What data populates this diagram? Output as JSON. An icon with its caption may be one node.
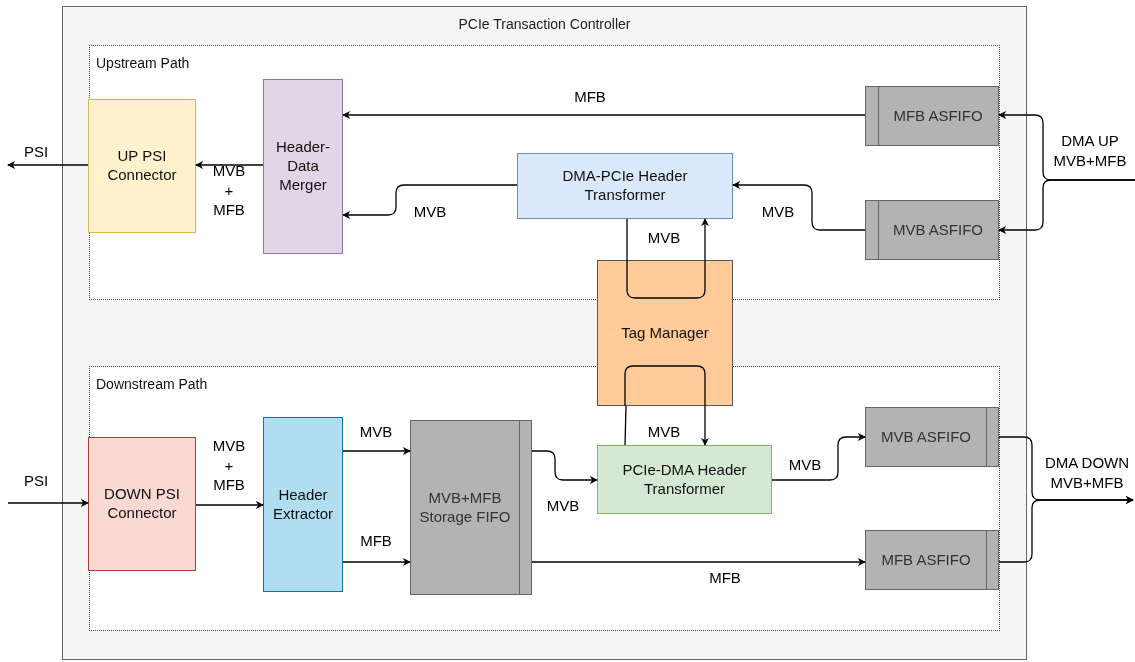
{
  "diagram": {
    "nodes": [
      {
        "text": [
          "PCIe Transaction Controller"
        ]
      },
      {
        "text": [
          "Upstream Path"
        ],
        "in": 0
      },
      {
        "text": [
          "UP PSI Connector"
        ],
        "in": 1
      },
      {
        "text": [
          "Header-Data Merger"
        ],
        "in": 1
      },
      {
        "text": [
          "DMA-PCIe Header Transformer"
        ],
        "in": 1
      },
      {
        "text": [
          "MFB ASFIFO"
        ],
        "in": 1
      },
      {
        "text": [
          "MVB ASFIFO"
        ],
        "in": 1
      },
      {
        "text": [
          "Tag Manager"
        ],
        "in": 0
      },
      {
        "text": [
          "Downstream Path"
        ],
        "in": 0
      },
      {
        "text": [
          "DOWN PSI Connector"
        ],
        "in": 8
      },
      {
        "text": [
          "Header Extractor"
        ],
        "in": 8
      },
      {
        "text": [
          "MVB+MFB Storage FIFO"
        ],
        "in": 8
      },
      {
        "text": [
          "PCIe-DMA Header Transformer"
        ],
        "in": 8
      },
      {
        "text": [
          "MVB ASFIFO"
        ],
        "in": 8
      },
      {
        "text": [
          "MFB ASFIFO"
        ],
        "in": 8
      }
    ],
    "edges": [
      {
        "from": 5,
        "to": 3,
        "arrow": "to",
        "label": "MFB"
      },
      {
        "from": 6,
        "to": 4,
        "arrow": "to",
        "label": "MVB"
      },
      {
        "from": 4,
        "to": 3,
        "arrow": "to",
        "label": "MVB"
      },
      {
        "from": 3,
        "to": 2,
        "arrow": "to",
        "label": "MVB + MFB"
      },
      {
        "from": 2,
        "to": null,
        "arrow": "to",
        "label": "PSI"
      },
      {
        "from": null,
        "to": 5,
        "arrow": "to",
        "label": "DMA UP MVB+MFB"
      },
      {
        "from": null,
        "to": 6,
        "arrow": "to"
      },
      {
        "from": 4,
        "to": 7,
        "arrow": "none"
      },
      {
        "from": 7,
        "to": 4,
        "arrow": "to",
        "label": "MVB"
      },
      {
        "from": 12,
        "to": 7,
        "arrow": "none"
      },
      {
        "from": 7,
        "to": 12,
        "arrow": "to",
        "label": "MVB"
      },
      {
        "from": 9,
        "to": 10,
        "arrow": "to",
        "label": "MVB + MFB"
      },
      {
        "from": null,
        "to": 9,
        "arrow": "to",
        "label": "PSI"
      },
      {
        "from": 10,
        "to": 11,
        "arrow": "to",
        "label": "MVB"
      },
      {
        "from": 10,
        "to": 11,
        "arrow": "to",
        "label": "MFB"
      },
      {
        "from": 11,
        "to": 12,
        "arrow": "to",
        "label": "MVB"
      },
      {
        "from": 12,
        "to": 13,
        "arrow": "to",
        "label": "MVB"
      },
      {
        "from": 11,
        "to": 14,
        "arrow": "to",
        "label": "MFB"
      },
      {
        "from": 13,
        "to": null,
        "arrow": "to",
        "label": "DMA DOWN MVB+MFB"
      },
      {
        "from": 14,
        "to": null,
        "arrow": "to"
      }
    ]
  }
}
